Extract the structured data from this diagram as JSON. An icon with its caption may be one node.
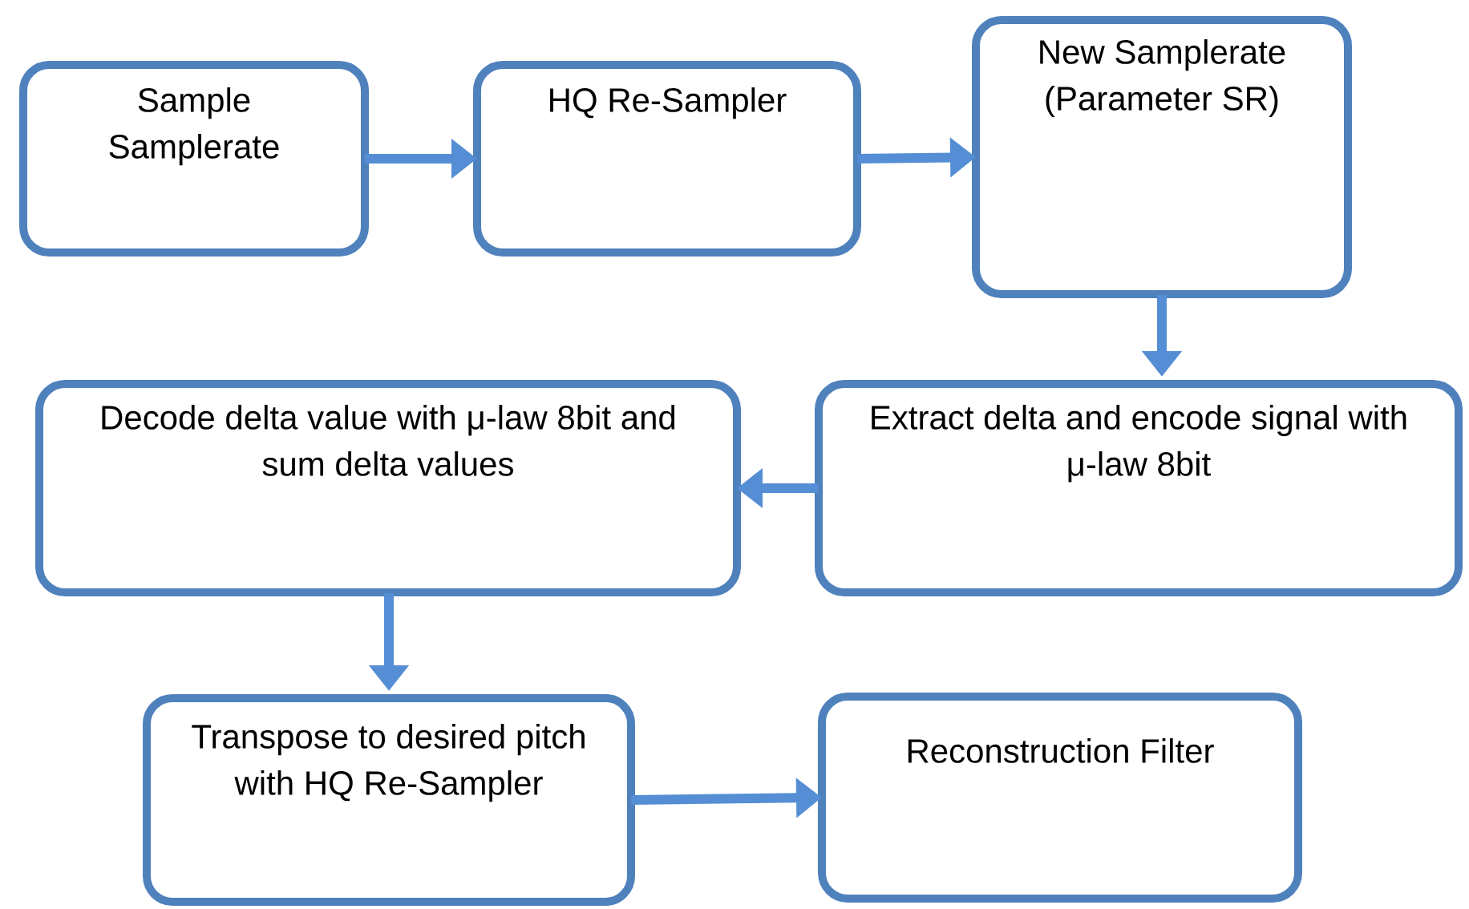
{
  "diagram": {
    "nodes": [
      {
        "text": [
          "Sample Samplerate"
        ]
      },
      {
        "text": [
          "HQ Re-Sampler"
        ]
      },
      {
        "text": [
          "New Samplerate (Parameter SR)"
        ]
      },
      {
        "text": [
          "Extract delta and encode signal with μ-law 8bit"
        ]
      },
      {
        "text": [
          "Decode delta value with μ-law 8bit and sum delta values"
        ]
      },
      {
        "text": [
          "Transpose to desired pitch with HQ Re-Sampler"
        ]
      },
      {
        "text": [
          "Reconstruction Filter"
        ]
      }
    ],
    "edges": [
      {
        "from": 0,
        "to": 1,
        "arrow": "to"
      },
      {
        "from": 1,
        "to": 2,
        "arrow": "to"
      },
      {
        "from": 2,
        "to": 3,
        "arrow": "to"
      },
      {
        "from": 3,
        "to": 4,
        "arrow": "to"
      },
      {
        "from": 4,
        "to": 5,
        "arrow": "to"
      },
      {
        "from": 5,
        "to": 6,
        "arrow": "to"
      }
    ]
  }
}
